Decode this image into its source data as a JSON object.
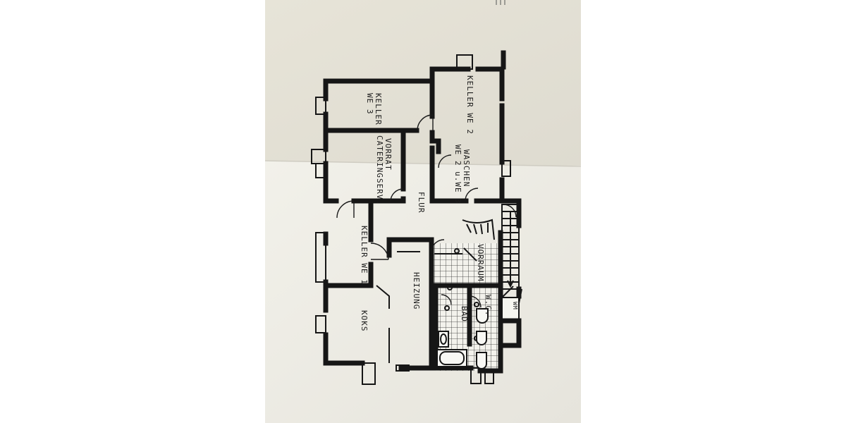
{
  "rooms": {
    "keller_we3_a": "KELLER",
    "keller_we3_b": "WE 3",
    "keller_we2": "KELLER WE 2",
    "vorrat_a": "VORRAT",
    "vorrat_b": "CATERINGSERV.",
    "waschen_a": "WASCHEN",
    "waschen_b": "WE 2 u.WE 3",
    "flur": "FLUR",
    "keller_we1": "KELLER WE 1",
    "vorraum": "VORRAUM",
    "heizung": "HEIZUNG",
    "koks": "KOKS",
    "bad": "BAD",
    "wc": "W.C.",
    "wm": "WM"
  },
  "colors": {
    "paper_top": "#e9e6db",
    "paper_bottom": "#f0efe8",
    "ink": "#161616"
  }
}
